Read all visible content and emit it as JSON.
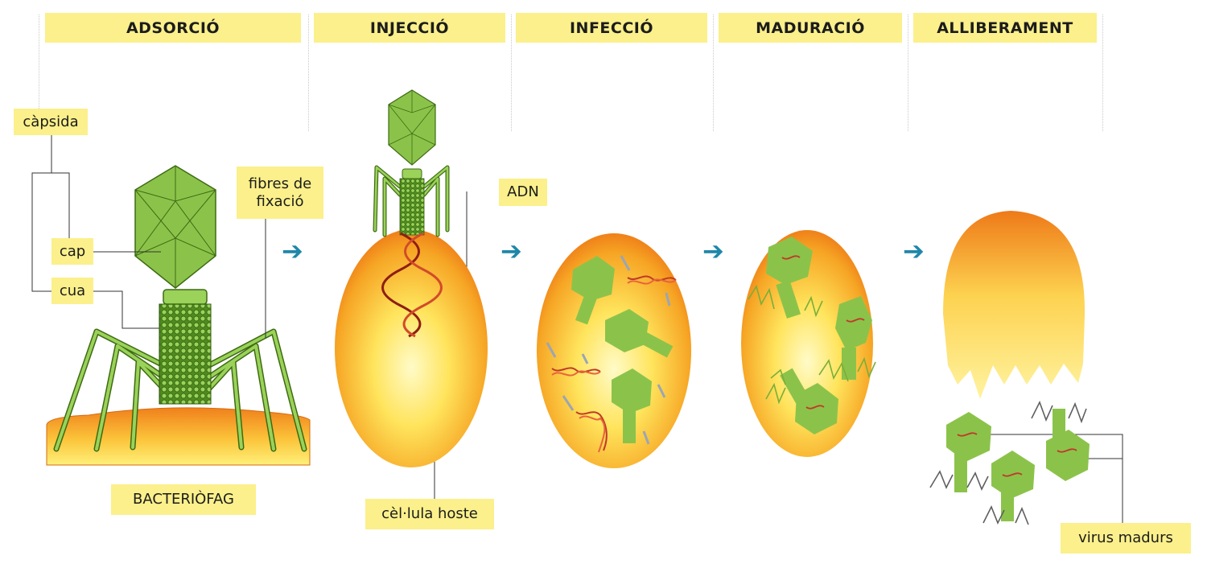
{
  "stages": [
    {
      "label": "ADSORCIÓ"
    },
    {
      "label": "INJECCIÓ"
    },
    {
      "label": "INFECCIÓ"
    },
    {
      "label": "MADURACIÓ"
    },
    {
      "label": "ALLIBERAMENT"
    }
  ],
  "labels": {
    "capsida": "càpsida",
    "cap": "cap",
    "cua": "cua",
    "fibres": "fibres de fixació",
    "bacteriofag": "BACTERIÒFAG",
    "adn": "ADN",
    "cellula": "cèl·lula hoste",
    "virus": "virus madurs"
  },
  "arrow_glyph": "➔",
  "colors": {
    "header_bg": "#fbf08b",
    "virus_green": "#8bc34a",
    "virus_dark": "#3e6b12",
    "cell_orange": "#f08a1c",
    "cell_yellow": "#fff39a",
    "dna_red": "#c0392b",
    "arrow_blue": "#1f87a8"
  }
}
